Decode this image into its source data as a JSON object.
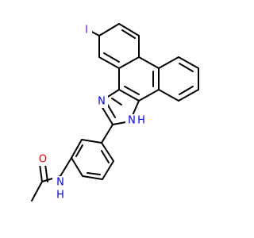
{
  "molecule": {
    "atoms": [
      {
        "id": "iodine",
        "symbol": "I",
        "color": "#9400d3"
      },
      {
        "id": "n-imine",
        "symbol": "N",
        "color": "#0000ff"
      },
      {
        "id": "n-h",
        "symbol": "N",
        "h_label": "H",
        "color": "#0000ff"
      },
      {
        "id": "n-amide",
        "symbol": "N",
        "h_label": "H",
        "color": "#0000ff"
      },
      {
        "id": "o-carbonyl",
        "symbol": "O",
        "color": "#ff0000"
      }
    ],
    "bond_color": "#000000"
  }
}
